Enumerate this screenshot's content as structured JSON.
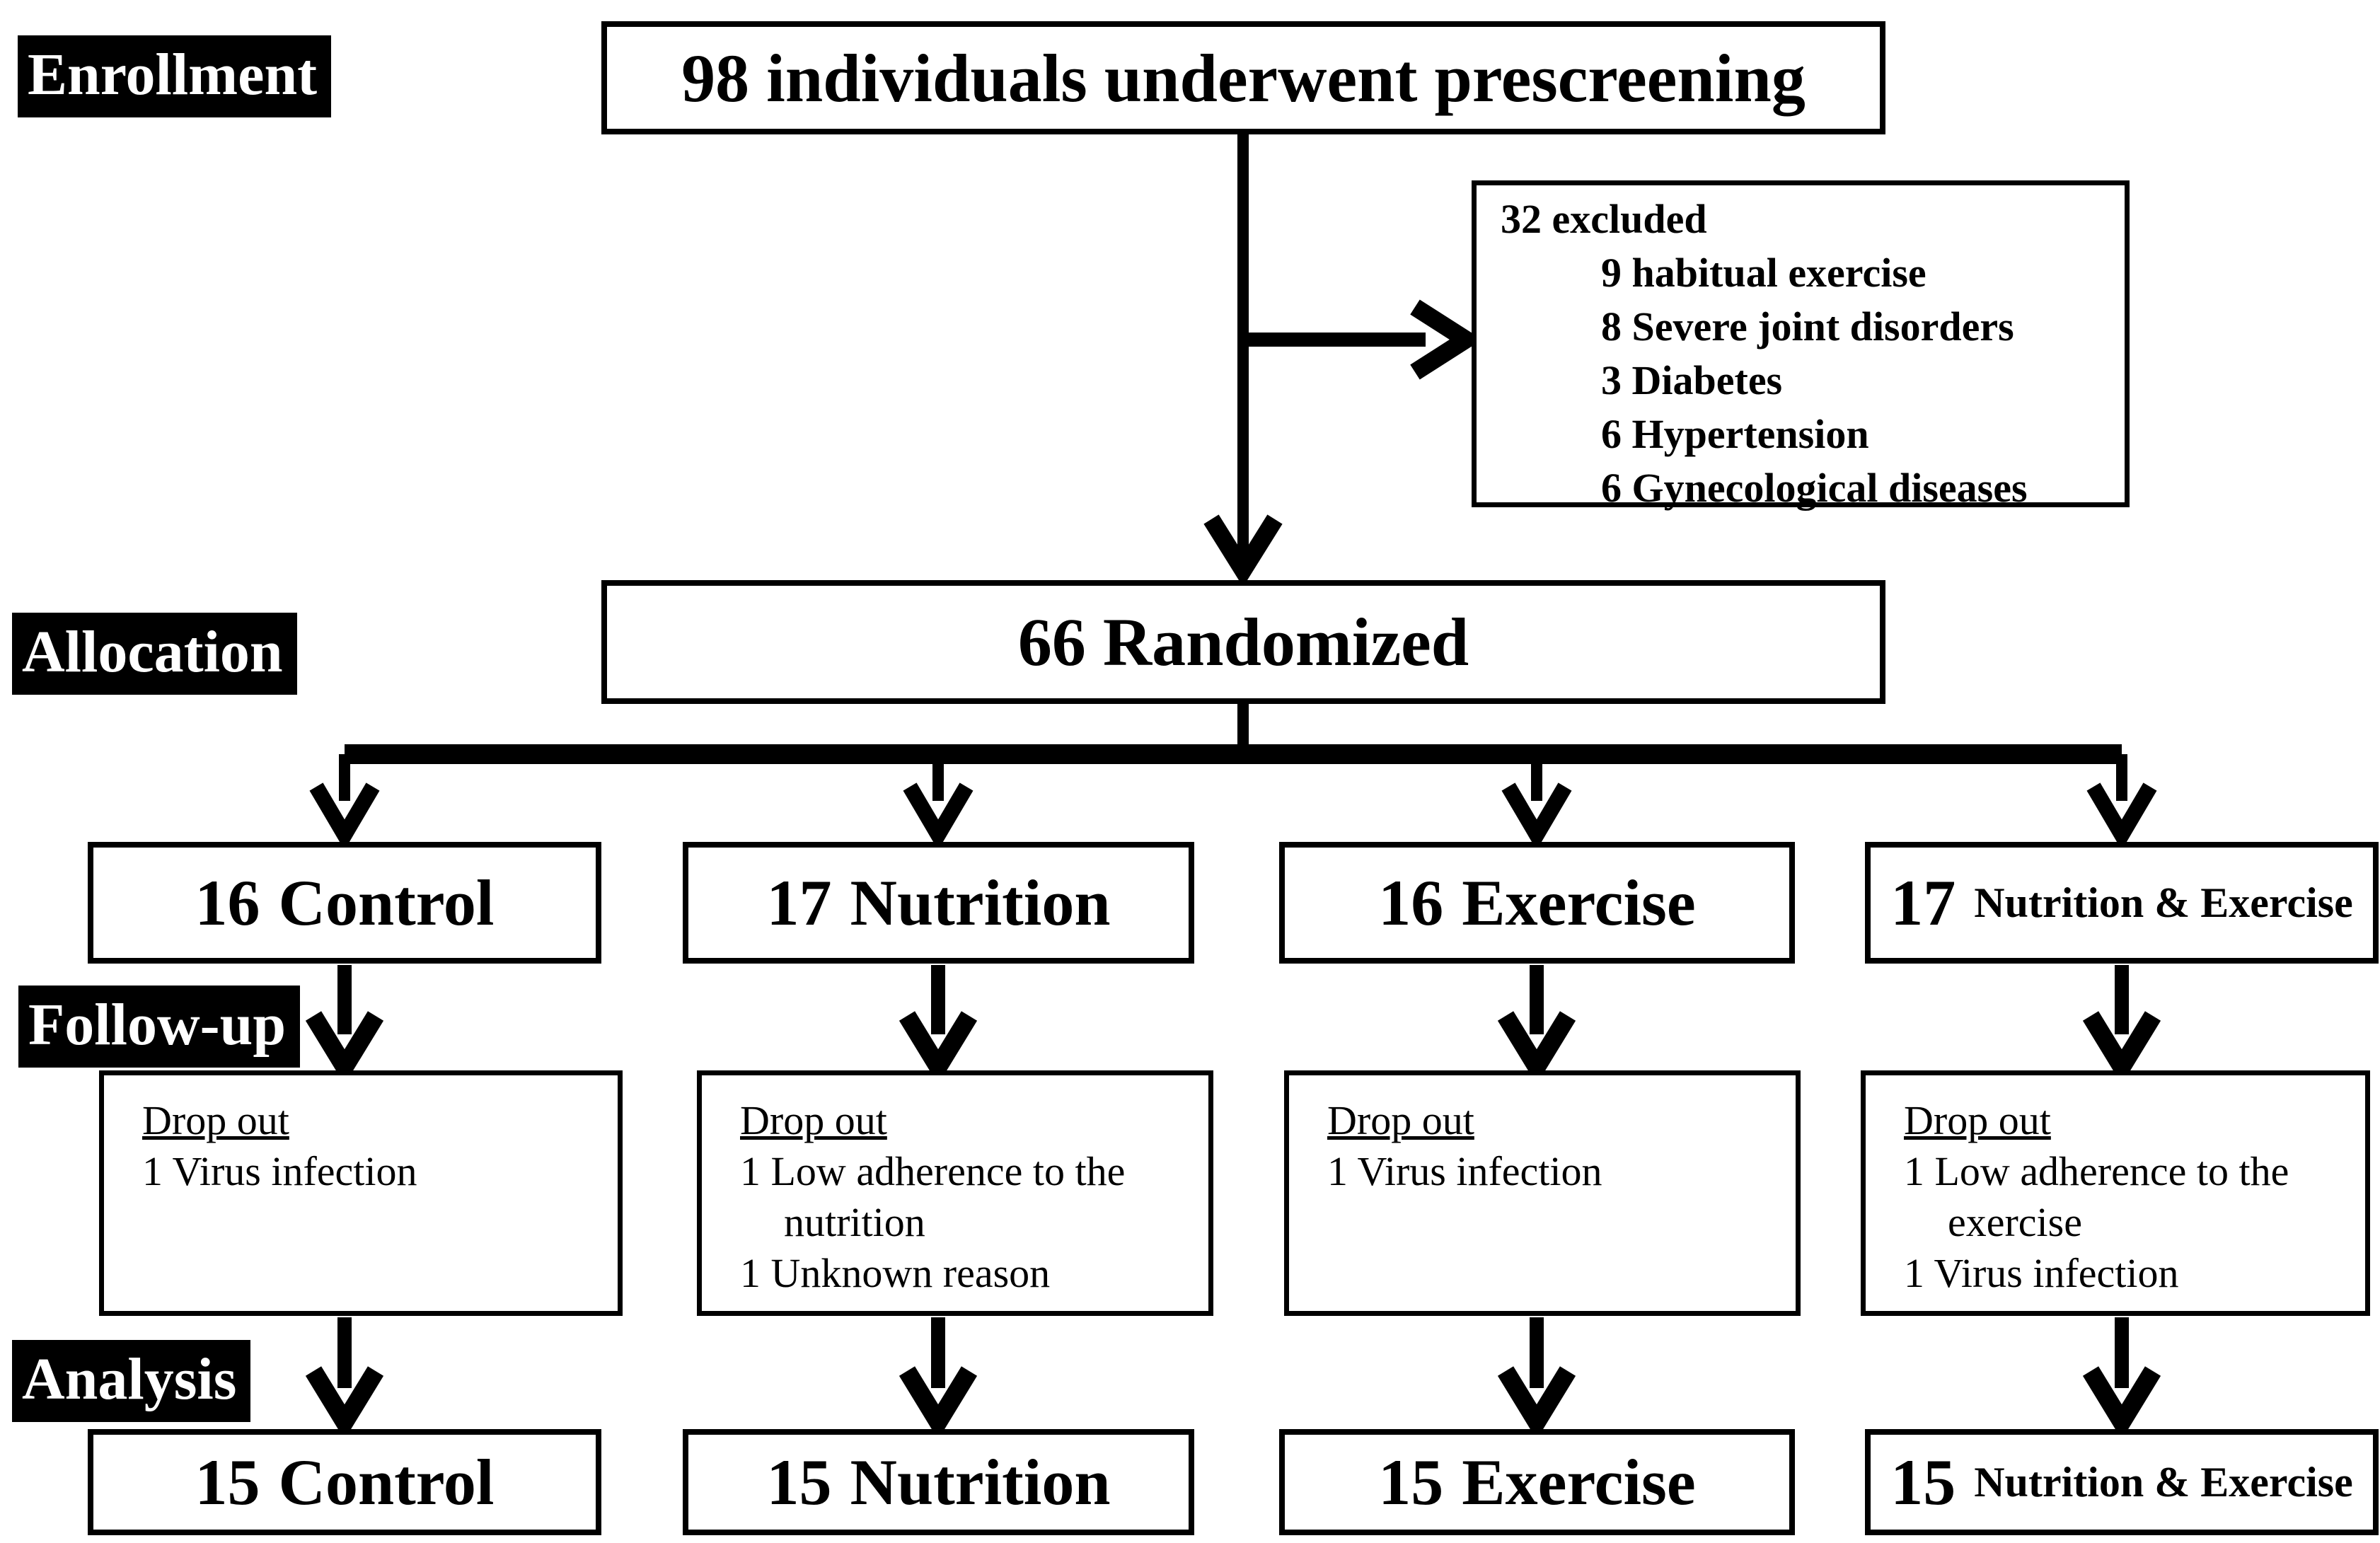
{
  "diagram": {
    "stage_labels": [
      {
        "text": "Enrollment"
      },
      {
        "text": "Allocation"
      },
      {
        "text": "Follow-up"
      },
      {
        "text": "Analysis"
      }
    ],
    "prescreening_text": "98 individuals underwent prescreening",
    "excluded": {
      "title": "32 excluded",
      "reasons": [
        "9 habitual exercise",
        "8 Severe joint disorders",
        "3 Diabetes",
        "6 Hypertension",
        "6 Gynecological diseases"
      ]
    },
    "randomized_text": "66 Randomized",
    "allocation_boxes": [
      {
        "count": "16",
        "name": "Control"
      },
      {
        "count": "17",
        "name": "Nutrition"
      },
      {
        "count": "16",
        "name": "Exercise"
      },
      {
        "count": "17",
        "name": "Nutrition & Exercise"
      }
    ],
    "dropout_boxes": [
      {
        "title": "Drop out",
        "items": [
          "1 Virus infection"
        ]
      },
      {
        "title": "Drop out",
        "items": [
          "1 Low adherence to the nutrition",
          "1 Unknown reason"
        ]
      },
      {
        "title": "Drop out",
        "items": [
          "1 Virus infection"
        ]
      },
      {
        "title": "Drop out",
        "items": [
          "1 Low adherence to the exercise",
          "1 Virus infection"
        ]
      }
    ],
    "analysis_boxes": [
      {
        "count": "15",
        "name": "Control"
      },
      {
        "count": "15",
        "name": "Nutrition"
      },
      {
        "count": "15",
        "name": "Exercise"
      },
      {
        "count": "15",
        "name": "Nutrition & Exercise"
      }
    ],
    "colors": {
      "line": "#000000",
      "box_background": "#ffffff",
      "label_background": "#000000",
      "label_text": "#ffffff"
    }
  }
}
